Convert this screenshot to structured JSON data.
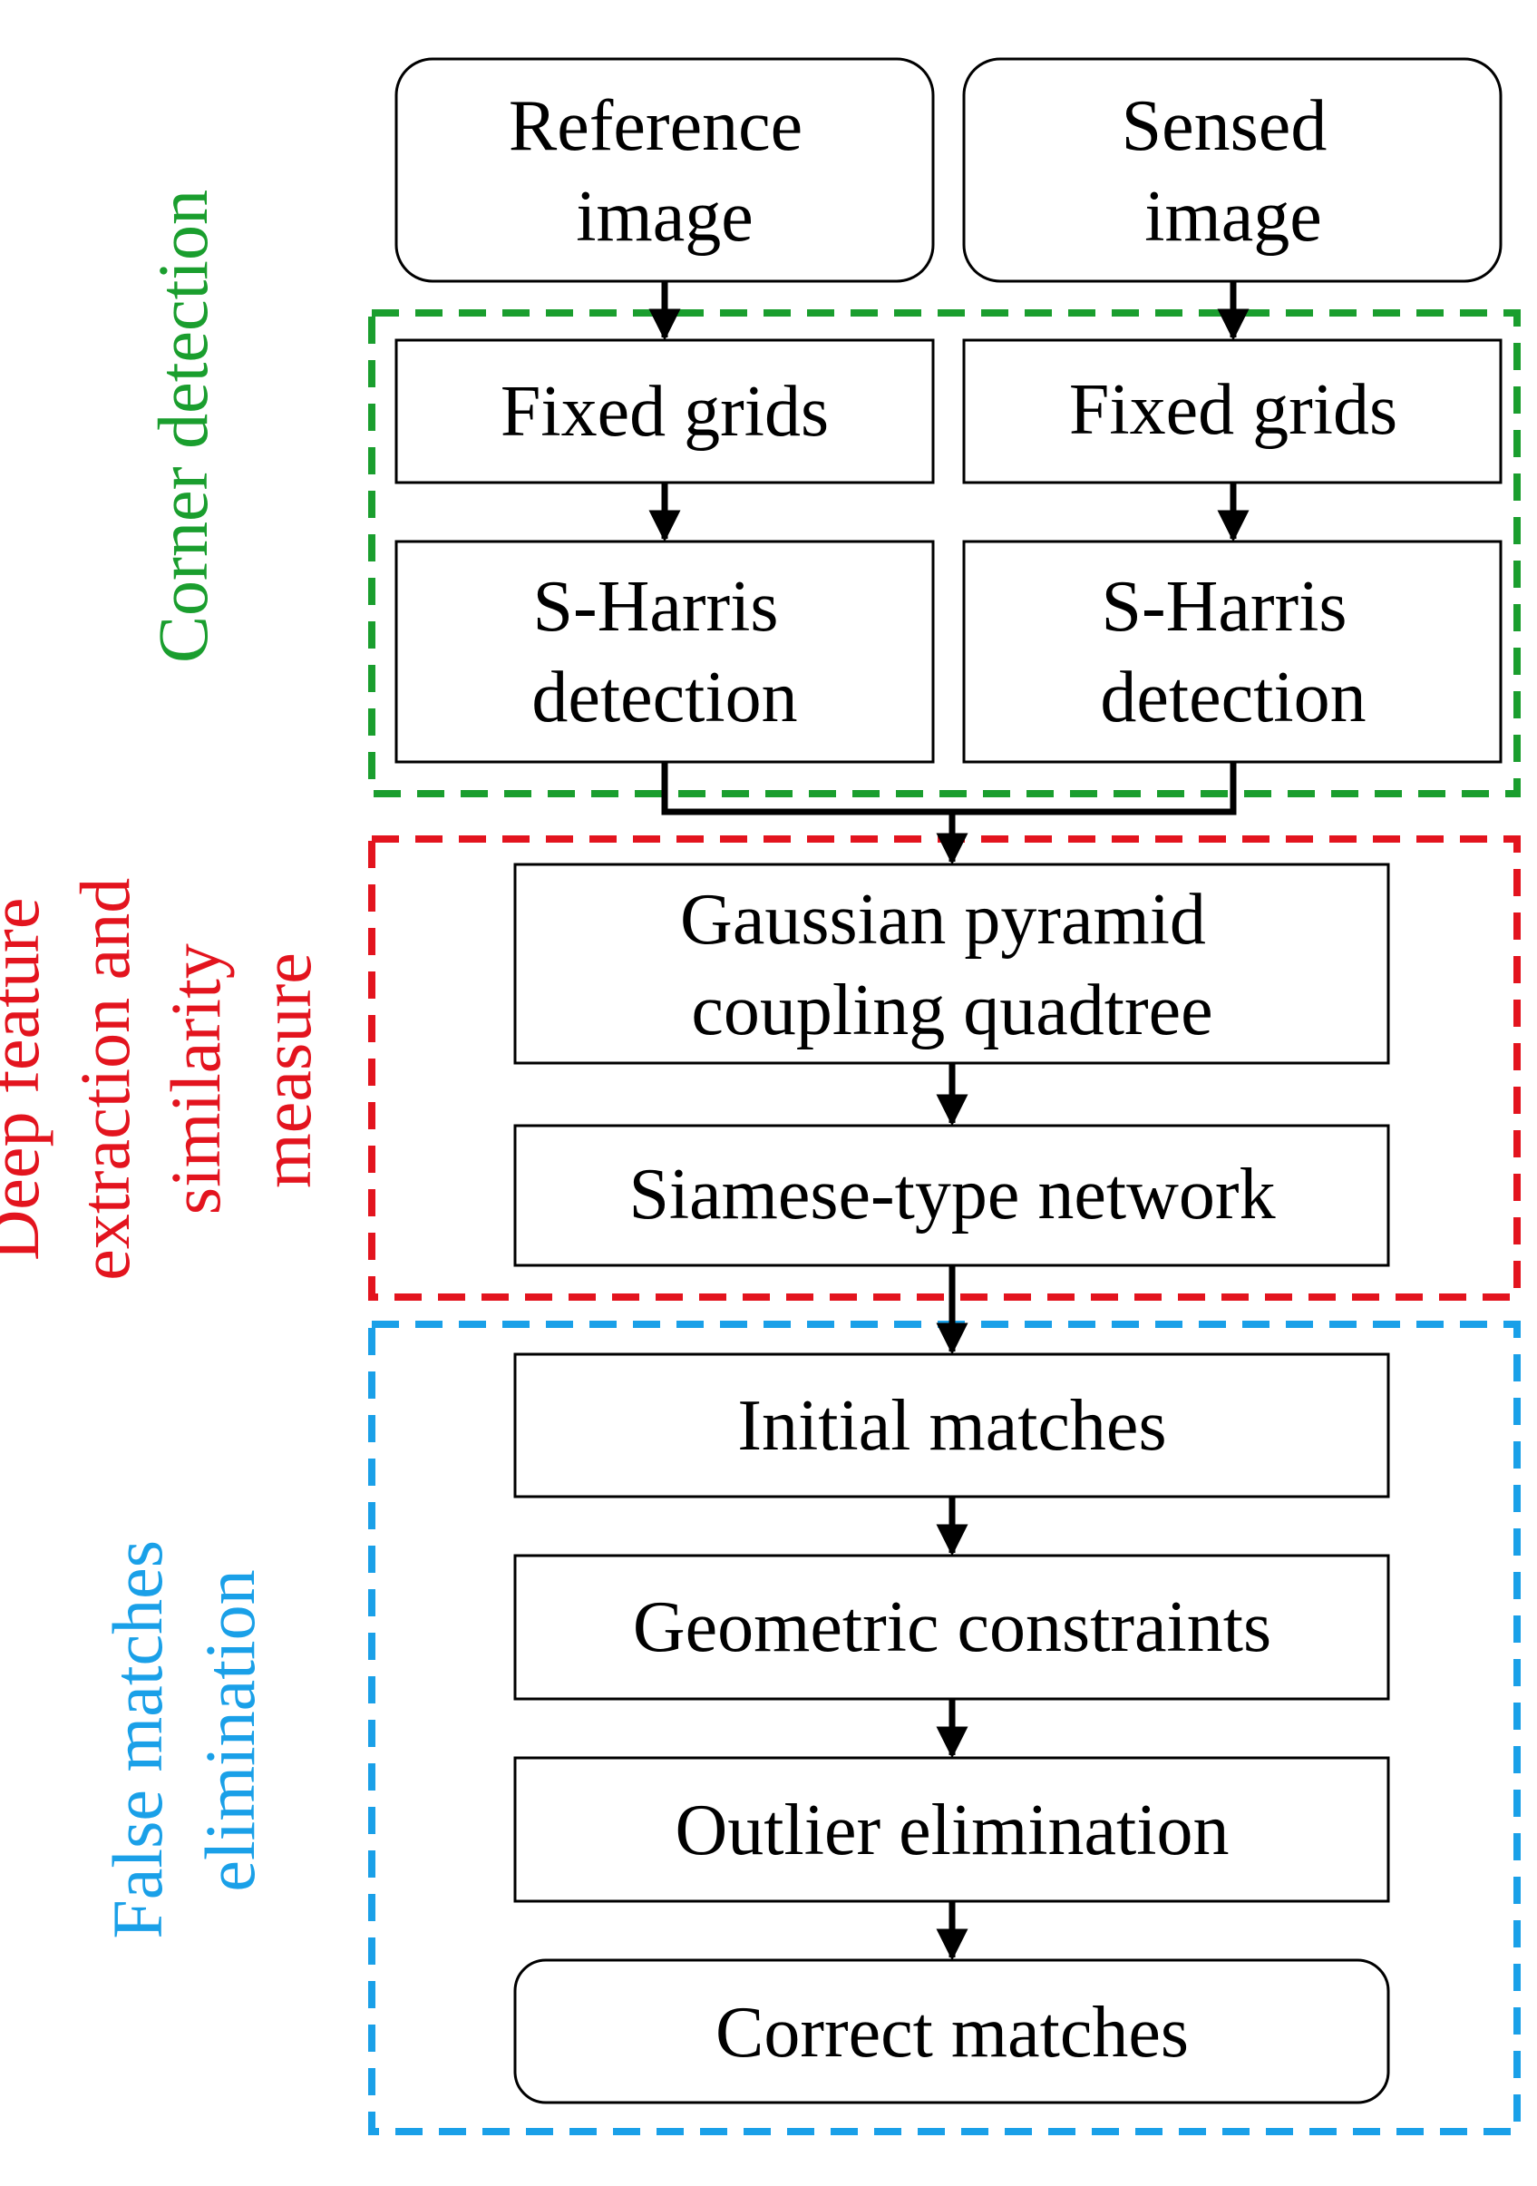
{
  "colors": {
    "corner": "#1a9e2e",
    "deep": "#e3141e",
    "false": "#1aa0e8",
    "box_stroke": "#000000",
    "arrow": "#000000"
  },
  "nodes": {
    "ref_image": {
      "lines": [
        "Reference",
        "image"
      ]
    },
    "sensed_image": {
      "lines": [
        "Sensed",
        "image"
      ]
    },
    "ref_fixed_grids": {
      "lines": [
        "Fixed grids"
      ]
    },
    "sensed_fixed_grids": {
      "lines": [
        "Fixed grids"
      ]
    },
    "ref_sharris": {
      "lines": [
        "S-Harris",
        "detection"
      ]
    },
    "sensed_sharris": {
      "lines": [
        "S-Harris",
        "detection"
      ]
    },
    "gaussian_pyramid": {
      "lines": [
        "Gaussian pyramid",
        "coupling quadtree"
      ]
    },
    "siamese_network": {
      "lines": [
        "Siamese-type network"
      ]
    },
    "initial_matches": {
      "lines": [
        "Initial matches"
      ]
    },
    "geometric_constraints": {
      "lines": [
        "Geometric constraints"
      ]
    },
    "outlier_elimination": {
      "lines": [
        "Outlier elimination"
      ]
    },
    "correct_matches": {
      "lines": [
        "Correct matches"
      ]
    }
  },
  "sections": {
    "corner_detection": {
      "lines": [
        "Corner detection"
      ]
    },
    "deep_feature": {
      "lines": [
        "Deep feature",
        "extraction and",
        "similarity",
        "measure"
      ]
    },
    "false_matches": {
      "lines": [
        "False matches",
        "elimination"
      ]
    }
  }
}
